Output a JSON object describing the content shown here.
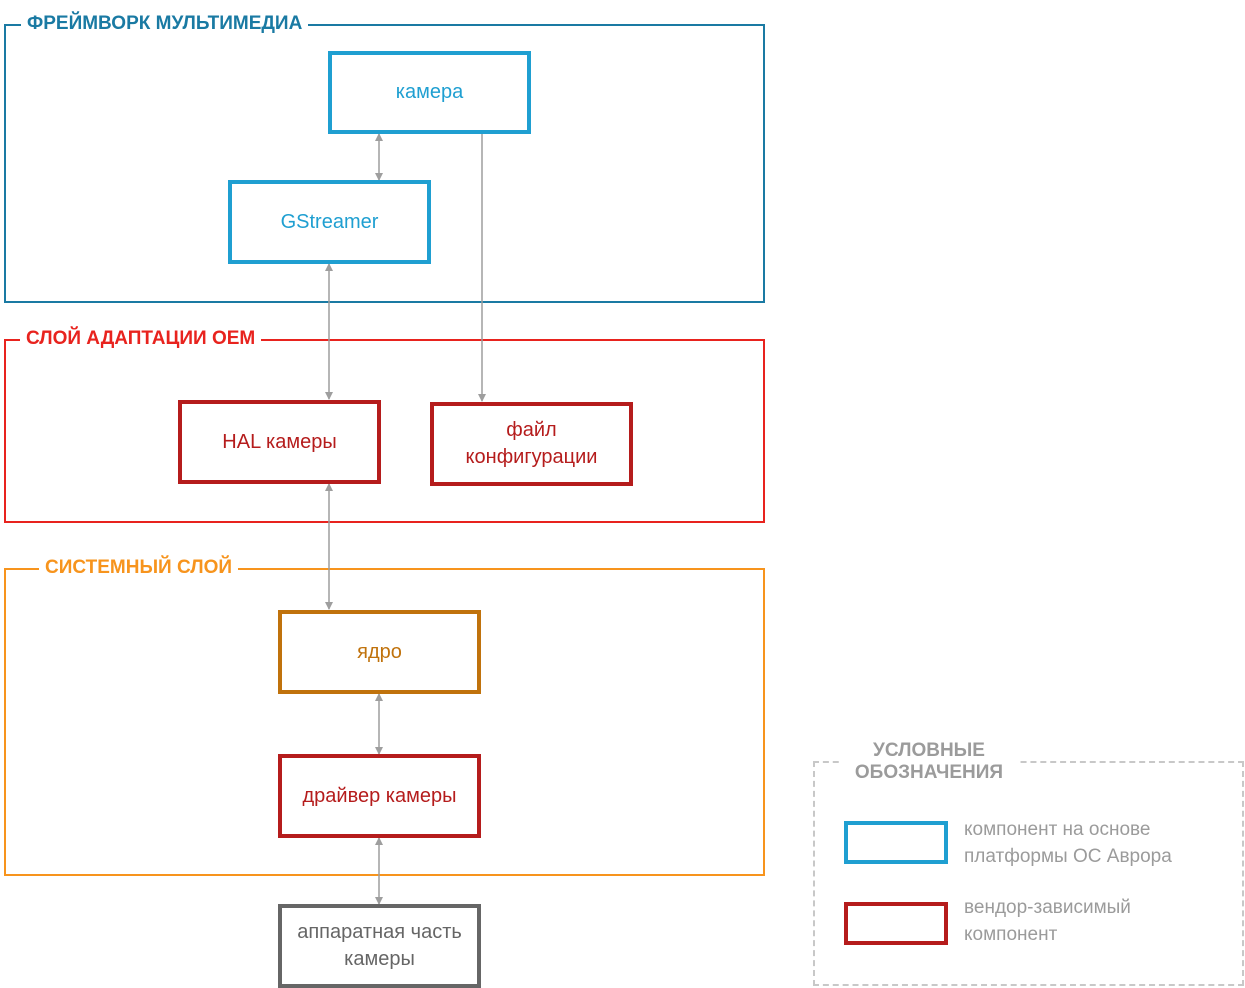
{
  "colors": {
    "multimedia": "#1a7aa3",
    "oem": "#e8231e",
    "system": "#f7941d",
    "platform_component": "#1f9fd1",
    "vendor_component": "#b51c1c",
    "kernel": "#c0720c",
    "hardware": "#666666",
    "arrow": "#9e9e9e",
    "legend": "#c8c8c8"
  },
  "layers": {
    "multimedia": {
      "title": "ФРЕЙМВОРК МУЛЬТИМЕДИА"
    },
    "oem": {
      "title": "СЛОЙ АДАПТАЦИИ OEM"
    },
    "system": {
      "title": "СИСТЕМНЫЙ СЛОЙ"
    }
  },
  "components": {
    "camera": "камера",
    "gstreamer": "GStreamer",
    "camera_hal": "HAL камеры",
    "config_file": "файл конфигурации",
    "kernel": "ядро",
    "camera_driver": "драйвер камеры",
    "camera_hardware": "аппаратная часть камеры"
  },
  "legend": {
    "title": "УСЛОВНЫЕ ОБОЗНАЧЕНИЯ",
    "items": [
      {
        "icon": "blue-box",
        "label": "компонент на основе платформы ОС Аврора"
      },
      {
        "icon": "red-box",
        "label": "вендор-зависимый компонент"
      }
    ]
  }
}
